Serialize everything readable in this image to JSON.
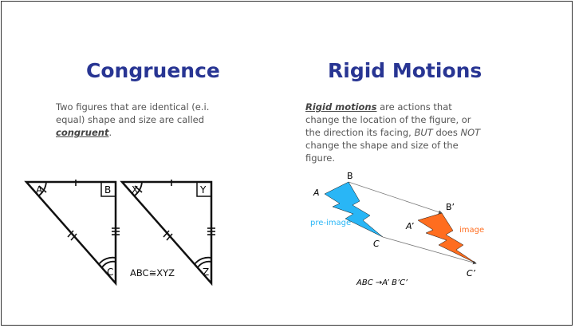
{
  "left": {
    "title": "Congruence",
    "body_prefix": "Two figures that are identical (e.i. equal) shape and size are called ",
    "body_term": "congruent",
    "body_suffix": ".",
    "triangle1_labels": {
      "A": "A",
      "B": "B",
      "C": "C"
    },
    "triangle2_labels": {
      "X": "X",
      "Y": "Y",
      "Z": "Z"
    },
    "congruence_statement": "ABC≅XYZ"
  },
  "right": {
    "title": "Rigid Motions",
    "body_term": "Rigid motions",
    "body_part1": " are actions that change the location of the figure, or the direction its facing, ",
    "body_but": "BUT",
    "body_part2": " does ",
    "body_not": "NOT",
    "body_part3": " change the shape and size of the figure.",
    "diagram": {
      "A": "A",
      "B": "B",
      "C": "C",
      "A_prime": "A’",
      "B_prime": "B’",
      "C_prime": "C’",
      "preimage_label": "pre-image",
      "image_label": "image",
      "preimage_color": "#29b6f6",
      "image_color": "#ff6d1f",
      "mapping": "ABC →A’ B’C’"
    }
  },
  "colors": {
    "title": "#283593"
  }
}
